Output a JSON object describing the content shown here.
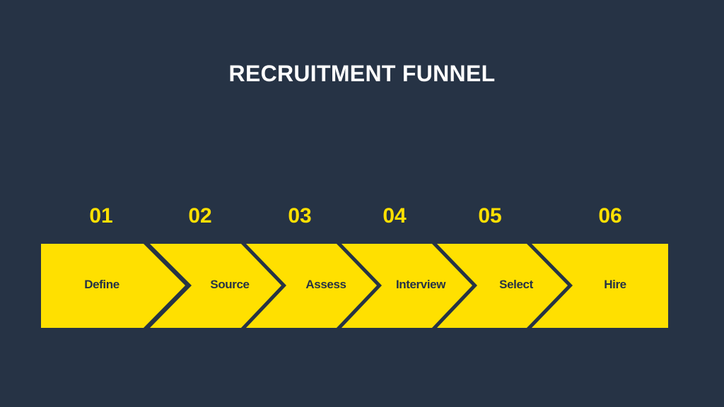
{
  "title": "RECRUITMENT FUNNEL",
  "colors": {
    "background": "#263345",
    "accent": "#ffe000",
    "title_text": "#ffffff",
    "label_text": "#263345"
  },
  "steps": [
    {
      "number": "01",
      "label": "Define"
    },
    {
      "number": "02",
      "label": "Source"
    },
    {
      "number": "03",
      "label": "Assess"
    },
    {
      "number": "04",
      "label": "Interview"
    },
    {
      "number": "05",
      "label": "Select"
    },
    {
      "number": "06",
      "label": "Hire"
    }
  ]
}
